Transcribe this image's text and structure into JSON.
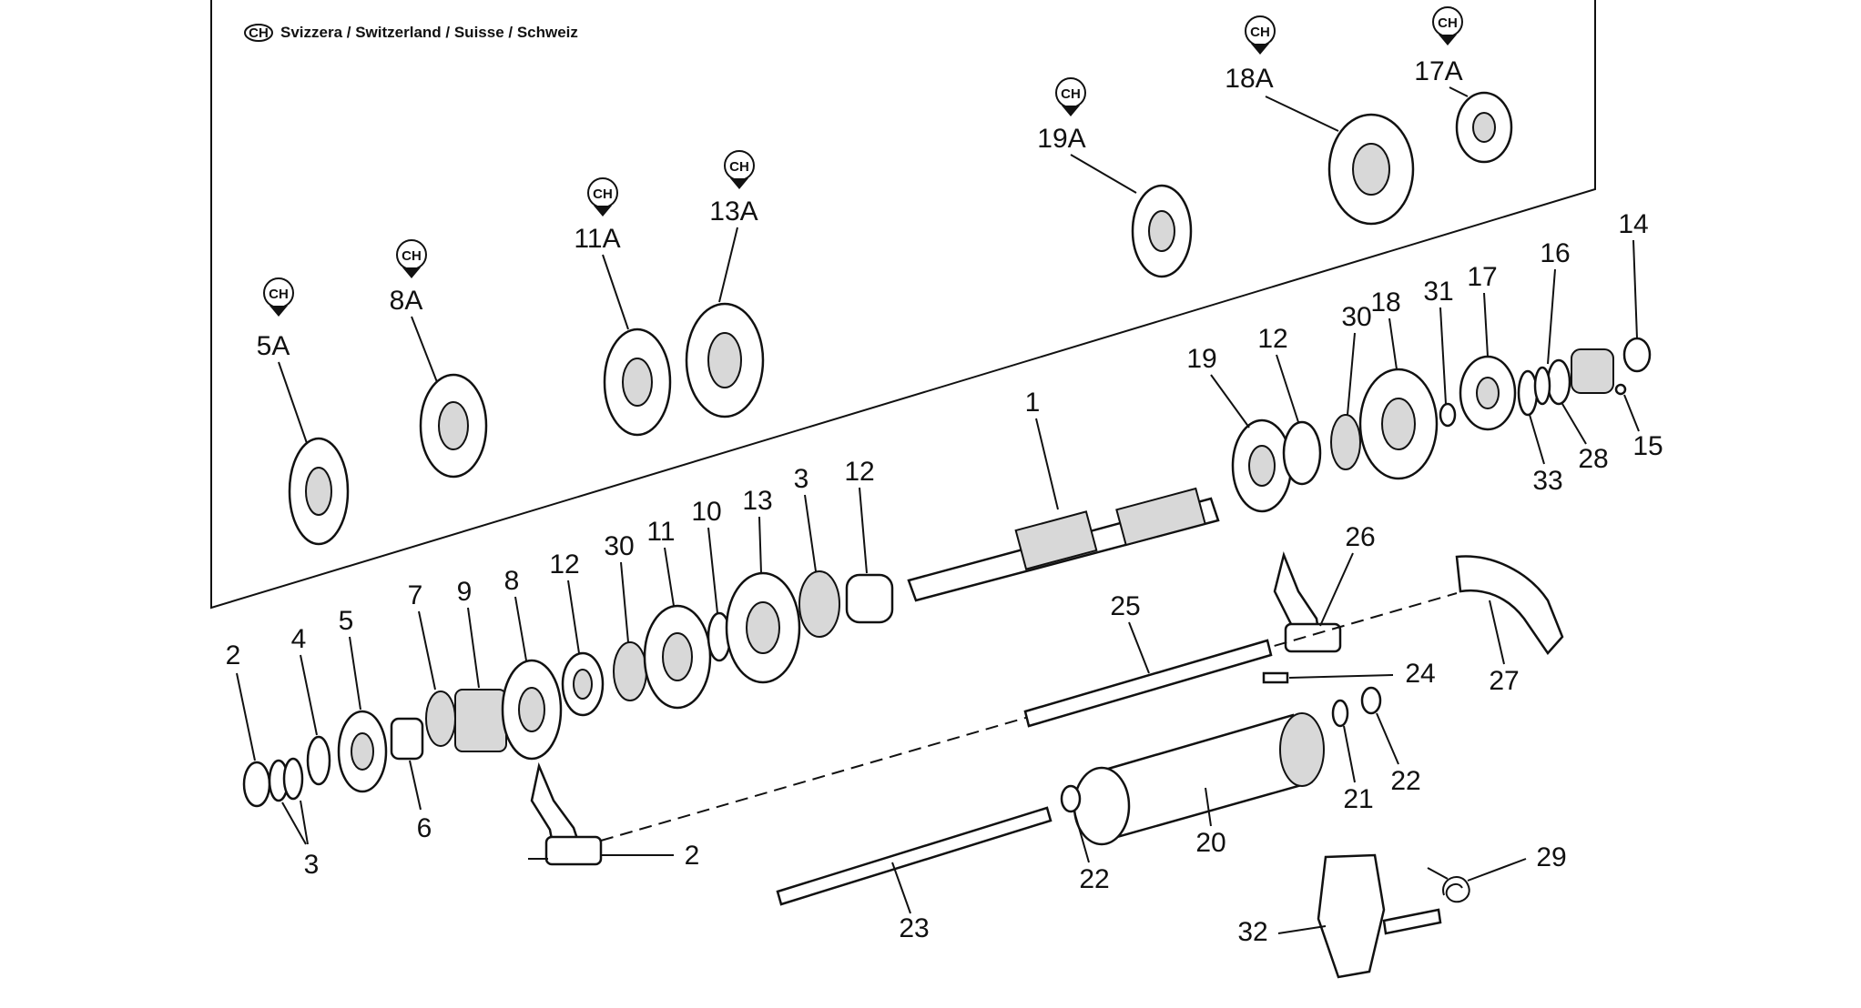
{
  "header": {
    "flag_code": "CH",
    "title": "Svizzera / Switzerland / Suisse / Schweiz"
  },
  "badges": {
    "ch": "CH"
  },
  "labels": {
    "p1": "1",
    "p2a": "2",
    "p2b": "2",
    "p3a": "3",
    "p3b": "3",
    "p4": "4",
    "p5": "5",
    "p6": "6",
    "p7": "7",
    "p8": "8",
    "p9": "9",
    "p10": "10",
    "p11": "11",
    "p12a": "12",
    "p12b": "12",
    "p12c": "12",
    "p13": "13",
    "p14": "14",
    "p15": "15",
    "p16": "16",
    "p17": "17",
    "p18": "18",
    "p19": "19",
    "p20": "20",
    "p21": "21",
    "p22a": "22",
    "p22b": "22",
    "p23": "23",
    "p24": "24",
    "p25": "25",
    "p26": "26",
    "p27": "27",
    "p28": "28",
    "p29": "29",
    "p30a": "30",
    "p30b": "30",
    "p31": "31",
    "p32": "32",
    "p33": "33",
    "a5": "5A",
    "a8": "8A",
    "a11": "11A",
    "a13": "13A",
    "a17": "17A",
    "a18": "18A",
    "a19": "19A"
  }
}
